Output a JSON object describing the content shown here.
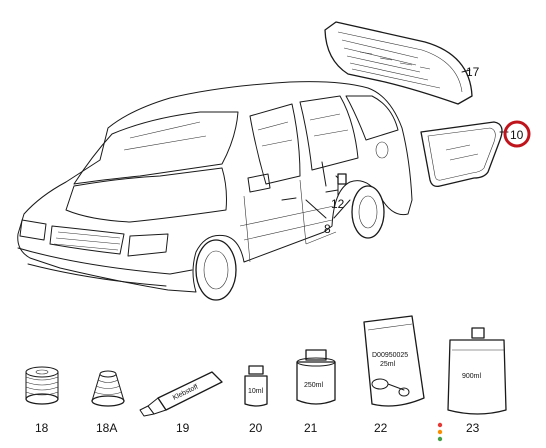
{
  "callouts": {
    "c17": "17",
    "c10": "10",
    "c12": "12",
    "c8": "8",
    "c18": "18",
    "c18a": "18A",
    "c19": "19",
    "c20": "20",
    "c21": "21",
    "c22": "22",
    "c23": "23"
  },
  "product_labels": {
    "tube": "Klebstoff",
    "bottle10": "10ml",
    "can250": "250ml",
    "pack_code": "D00950025",
    "pack_size": "25ml",
    "jug900": "900ml"
  },
  "colors": {
    "highlight_ring": "#c0141c",
    "line": "#1a1a1a",
    "dot_red": "#e53935",
    "dot_orange": "#fb8c00",
    "dot_green": "#43a047"
  }
}
